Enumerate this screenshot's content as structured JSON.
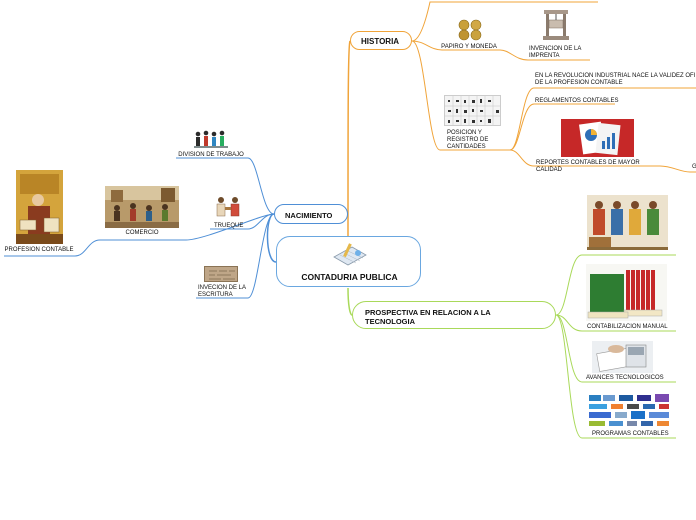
{
  "center": {
    "title": "CONTADURIA PUBLICA",
    "icon": "accounting-ledger-icon"
  },
  "branches": {
    "historia": {
      "label": "HISTORIA",
      "items": {
        "papiro": "PAPIRO Y MONEDA",
        "imprenta": "INVENCION DE LA IMPRENTA",
        "posicion": "POSICION Y REGISTRO DE CANTIDADES",
        "revolucion": "EN LA REVOLUCION INDUSTRIAL NACE LA VALIDEZ OFI DE LA PROFESION CONTABLE",
        "reglamentos": "REGLAMENTOS CONTABLES",
        "reportes": "REPORTES CONTABLES DE MAYOR CALIDAD",
        "edge_letter": "G"
      }
    },
    "nacimiento": {
      "label": "NACIMIENTO",
      "items": {
        "division": "DIVISION DE TRABAJO",
        "trueque": "TRUEQUE",
        "escritura": "INVECION DE LA ESCRITURA",
        "comercio": "COMERCIO",
        "profesion": "PROFESION CONTABLE"
      }
    },
    "prospectiva": {
      "label": "PROSPECTIVA EN RELACION A LA TECNOLOGIA",
      "items": {
        "manual": "CONTABILIZACION MANUAL",
        "avances": "AVANCES TECNOLOGICOS",
        "programas": "PROGRAMAS CONTABLES"
      }
    }
  },
  "colors": {
    "historia": "#f0a43a",
    "nacimiento": "#4f8fd6",
    "prospectiva": "#a9d95a",
    "center": "#6aa7e0"
  }
}
